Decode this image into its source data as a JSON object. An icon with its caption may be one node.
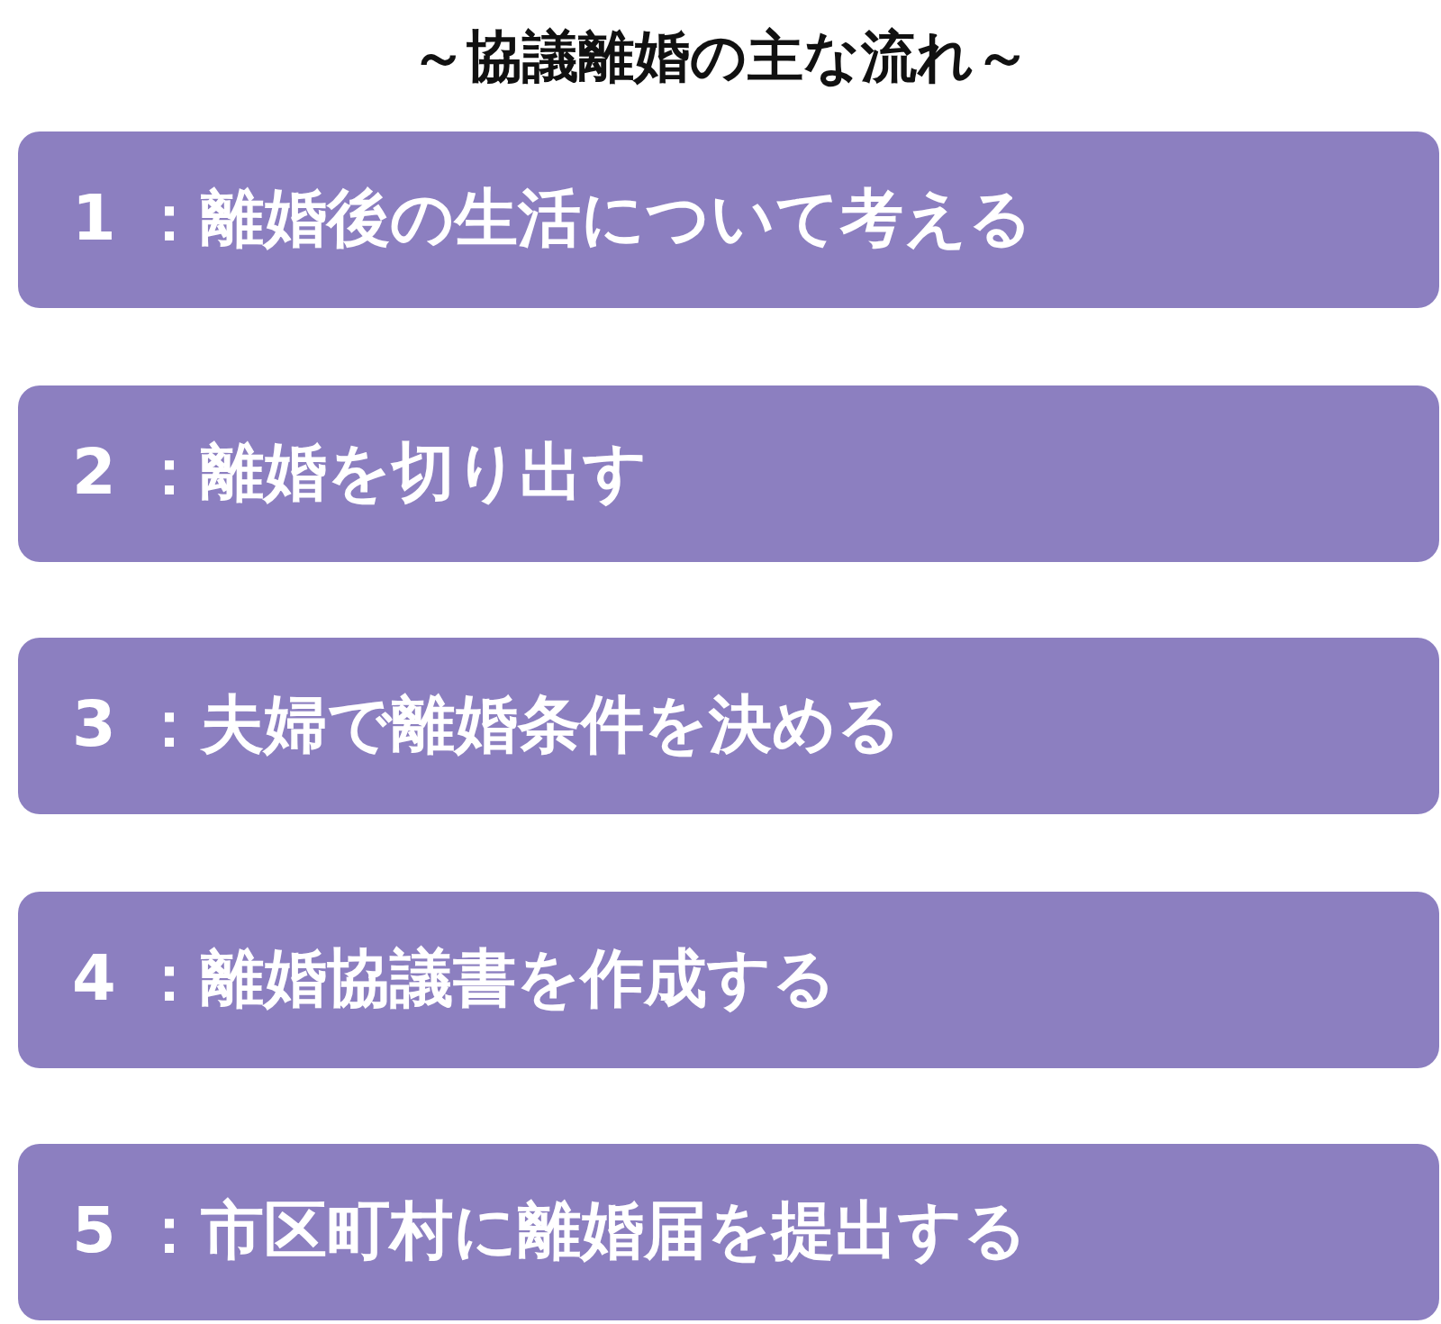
{
  "diagram": {
    "title": "～協議離婚の主な流れ～",
    "nodes": [
      {
        "text": [
          "1 ：離婚後の生活について考える"
        ]
      },
      {
        "text": [
          "2 ：離婚を切り出す"
        ]
      },
      {
        "text": [
          "3 ：夫婦で離婚条件を決める"
        ]
      },
      {
        "text": [
          "4 ：離婚協議書を作成する"
        ]
      },
      {
        "text": [
          "5 ：市区町村に離婚届を提出する"
        ]
      }
    ]
  }
}
